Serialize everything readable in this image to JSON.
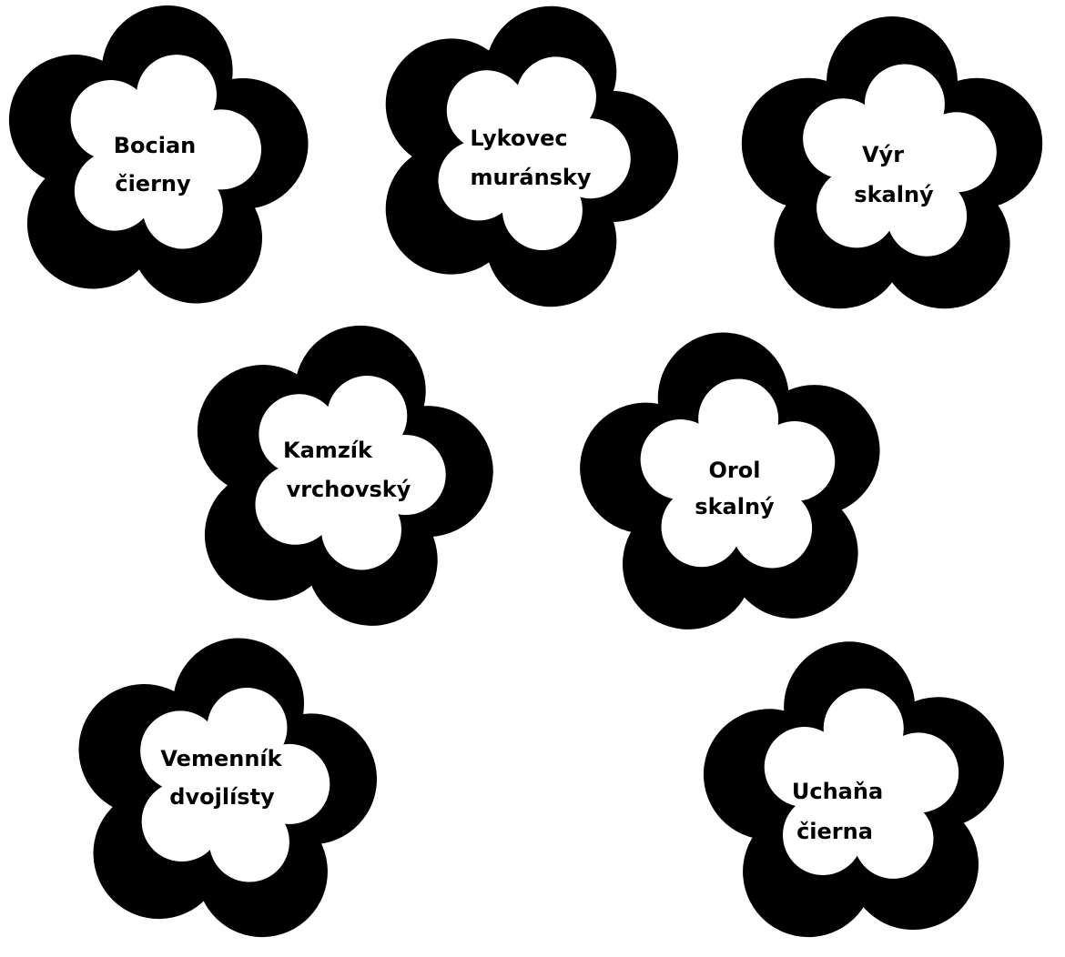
{
  "colors": {
    "background": "#ffffff",
    "petal_outer": "#000000",
    "petal_inner": "#ffffff",
    "text": "#000000"
  },
  "flowers": [
    {
      "line1": "Bocian",
      "line2": "čierny"
    },
    {
      "line1": "Lykovec",
      "line2": "muránsky"
    },
    {
      "line1": "Výr",
      "line2": "skalný"
    },
    {
      "line1": "Kamzík",
      "line2": "vrchovský"
    },
    {
      "line1": "Orol",
      "line2": "skalný"
    },
    {
      "line1": "Vemenník",
      "line2": "dvojlísty"
    },
    {
      "line1": "Uchaňa",
      "line2": "čierna"
    }
  ]
}
